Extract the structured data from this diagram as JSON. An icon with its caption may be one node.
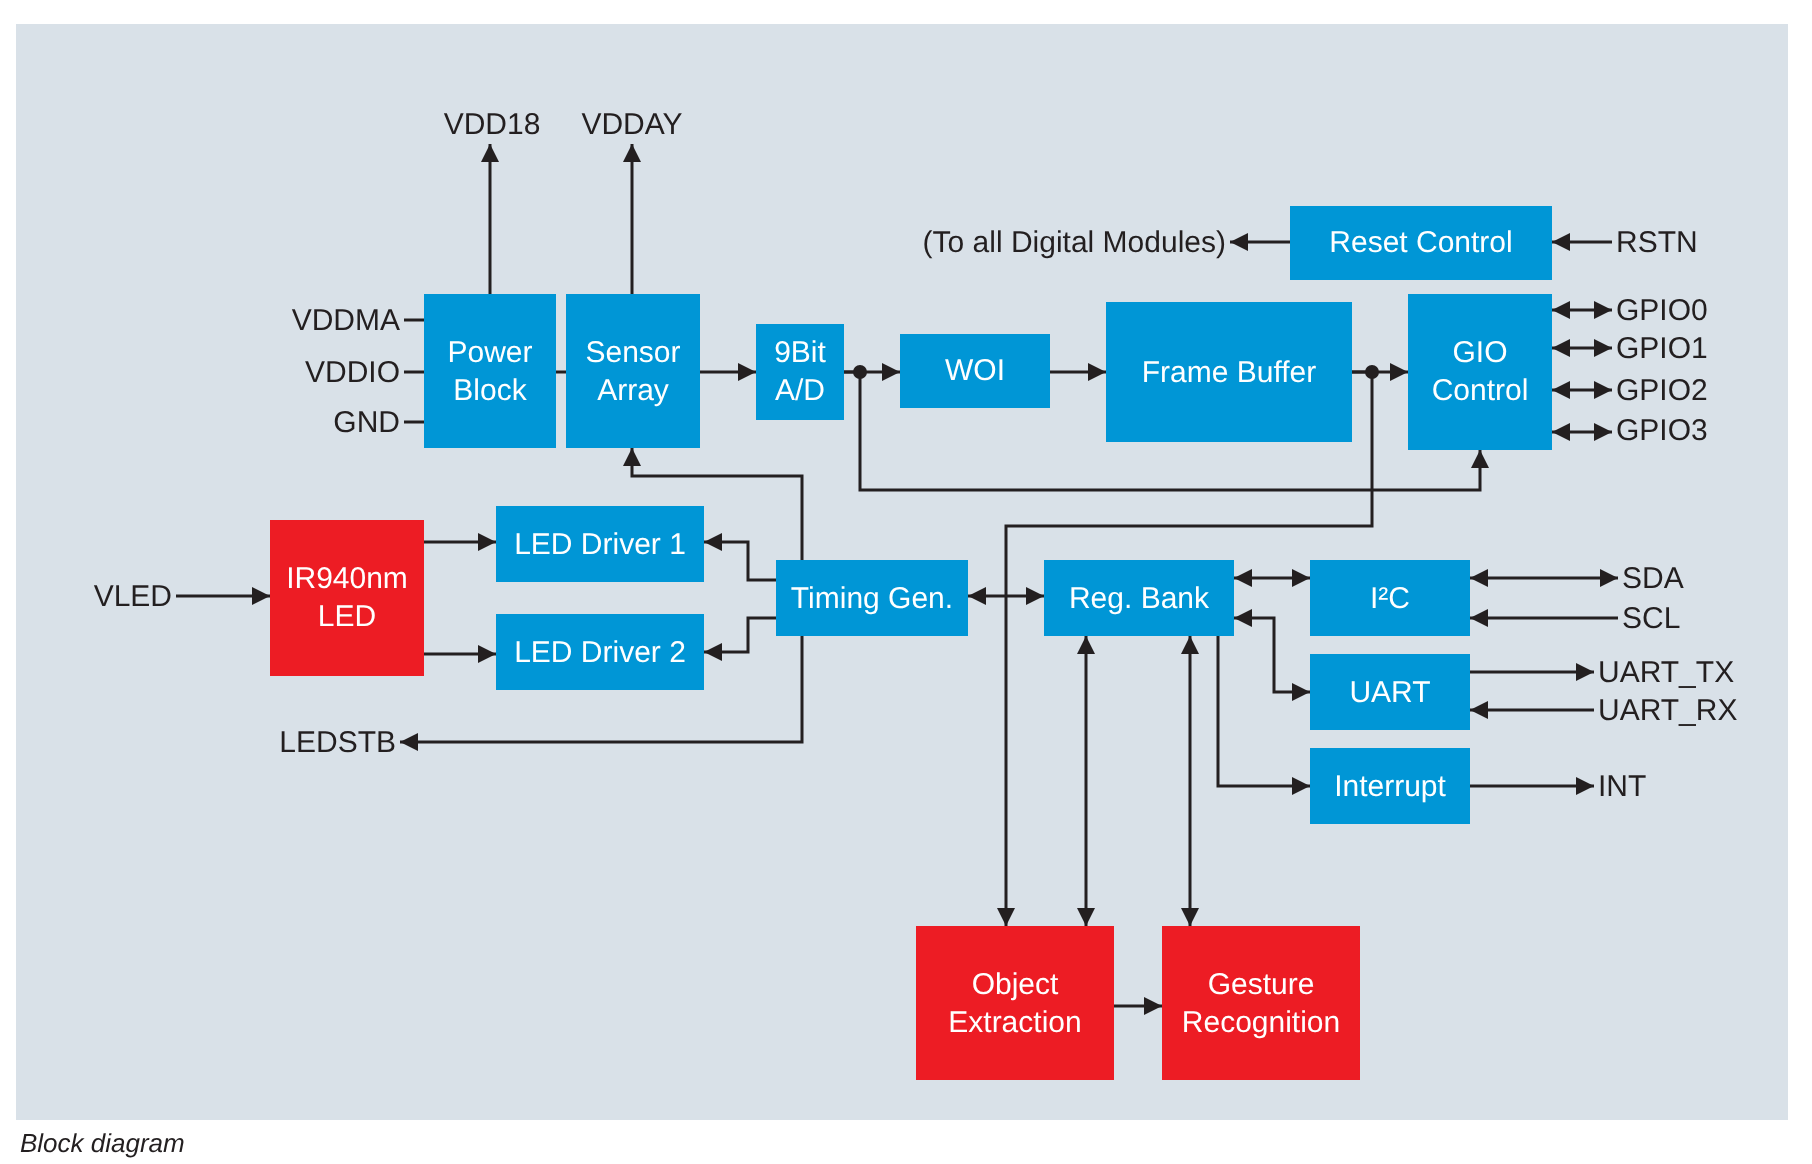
{
  "diagram": {
    "caption": "Block diagram",
    "nodes": [
      {
        "text": [
          "Power Block"
        ]
      },
      {
        "text": [
          "Sensor Array"
        ]
      },
      {
        "text": [
          "9Bit A/D"
        ]
      },
      {
        "text": [
          "WOI"
        ]
      },
      {
        "text": [
          "Frame Buffer"
        ]
      },
      {
        "text": [
          "GIO Control"
        ]
      },
      {
        "text": [
          "Reset Control"
        ]
      },
      {
        "text": [
          "Timing Gen."
        ]
      },
      {
        "text": [
          "Reg. Bank"
        ]
      },
      {
        "text": [
          "I²C"
        ]
      },
      {
        "text": [
          "UART"
        ]
      },
      {
        "text": [
          "Interrupt"
        ]
      },
      {
        "text": [
          "LED Driver 1"
        ]
      },
      {
        "text": [
          "LED Driver 2"
        ]
      },
      {
        "text": [
          "IR940nm LED"
        ]
      },
      {
        "text": [
          "Object Extraction"
        ]
      },
      {
        "text": [
          "Gesture Recognition"
        ]
      },
      {
        "text": [
          "VDD18"
        ]
      },
      {
        "text": [
          "VDDAY"
        ]
      },
      {
        "text": [
          "VDDMA"
        ]
      },
      {
        "text": [
          "VDDIO"
        ]
      },
      {
        "text": [
          "GND"
        ]
      },
      {
        "text": [
          "(To all Digital Modules)"
        ]
      },
      {
        "text": [
          "RSTN"
        ]
      },
      {
        "text": [
          "GPIO0"
        ]
      },
      {
        "text": [
          "GPIO1"
        ]
      },
      {
        "text": [
          "GPIO2"
        ]
      },
      {
        "text": [
          "GPIO3"
        ]
      },
      {
        "text": [
          "SDA"
        ]
      },
      {
        "text": [
          "SCL"
        ]
      },
      {
        "text": [
          "UART_TX"
        ]
      },
      {
        "text": [
          "UART_RX"
        ]
      },
      {
        "text": [
          "INT"
        ]
      },
      {
        "text": [
          "VLED"
        ]
      },
      {
        "text": [
          "LEDSTB"
        ]
      }
    ],
    "edges": [
      {
        "from": 0,
        "to": 17,
        "arrow": "to"
      },
      {
        "from": 1,
        "to": 18,
        "arrow": "to"
      },
      {
        "from": 19,
        "to": 0,
        "arrow": "none"
      },
      {
        "from": 20,
        "to": 0,
        "arrow": "none"
      },
      {
        "from": 21,
        "to": 0,
        "arrow": "none"
      },
      {
        "from": 0,
        "to": 1,
        "arrow": "none"
      },
      {
        "from": 1,
        "to": 2,
        "arrow": "to"
      },
      {
        "from": 2,
        "to": 3,
        "arrow": "to"
      },
      {
        "from": 2,
        "to": 5,
        "arrow": "to"
      },
      {
        "from": 3,
        "to": 4,
        "arrow": "to"
      },
      {
        "from": 4,
        "to": 5,
        "arrow": "to"
      },
      {
        "from": 4,
        "to": 15,
        "arrow": "to"
      },
      {
        "from": 6,
        "to": 22,
        "arrow": "to"
      },
      {
        "from": 23,
        "to": 6,
        "arrow": "to"
      },
      {
        "from": 5,
        "to": 24,
        "arrow": "both"
      },
      {
        "from": 5,
        "to": 25,
        "arrow": "both"
      },
      {
        "from": 5,
        "to": 26,
        "arrow": "both"
      },
      {
        "from": 5,
        "to": 27,
        "arrow": "both"
      },
      {
        "from": 7,
        "to": 1,
        "arrow": "to"
      },
      {
        "from": 7,
        "to": 12,
        "arrow": "to"
      },
      {
        "from": 7,
        "to": 13,
        "arrow": "to"
      },
      {
        "from": 7,
        "to": 34,
        "arrow": "to"
      },
      {
        "from": 33,
        "to": 14,
        "arrow": "to"
      },
      {
        "from": 14,
        "to": 12,
        "arrow": "to"
      },
      {
        "from": 14,
        "to": 13,
        "arrow": "to"
      },
      {
        "from": 7,
        "to": 8,
        "arrow": "both"
      },
      {
        "from": 8,
        "to": 9,
        "arrow": "both"
      },
      {
        "from": 8,
        "to": 10,
        "arrow": "both"
      },
      {
        "from": 8,
        "to": 11,
        "arrow": "to"
      },
      {
        "from": 9,
        "to": 28,
        "arrow": "both"
      },
      {
        "from": 29,
        "to": 9,
        "arrow": "to"
      },
      {
        "from": 10,
        "to": 30,
        "arrow": "to"
      },
      {
        "from": 31,
        "to": 10,
        "arrow": "to"
      },
      {
        "from": 11,
        "to": 32,
        "arrow": "to"
      },
      {
        "from": 8,
        "to": 15,
        "arrow": "both"
      },
      {
        "from": 8,
        "to": 16,
        "arrow": "both"
      },
      {
        "from": 15,
        "to": 16,
        "arrow": "to"
      }
    ]
  }
}
